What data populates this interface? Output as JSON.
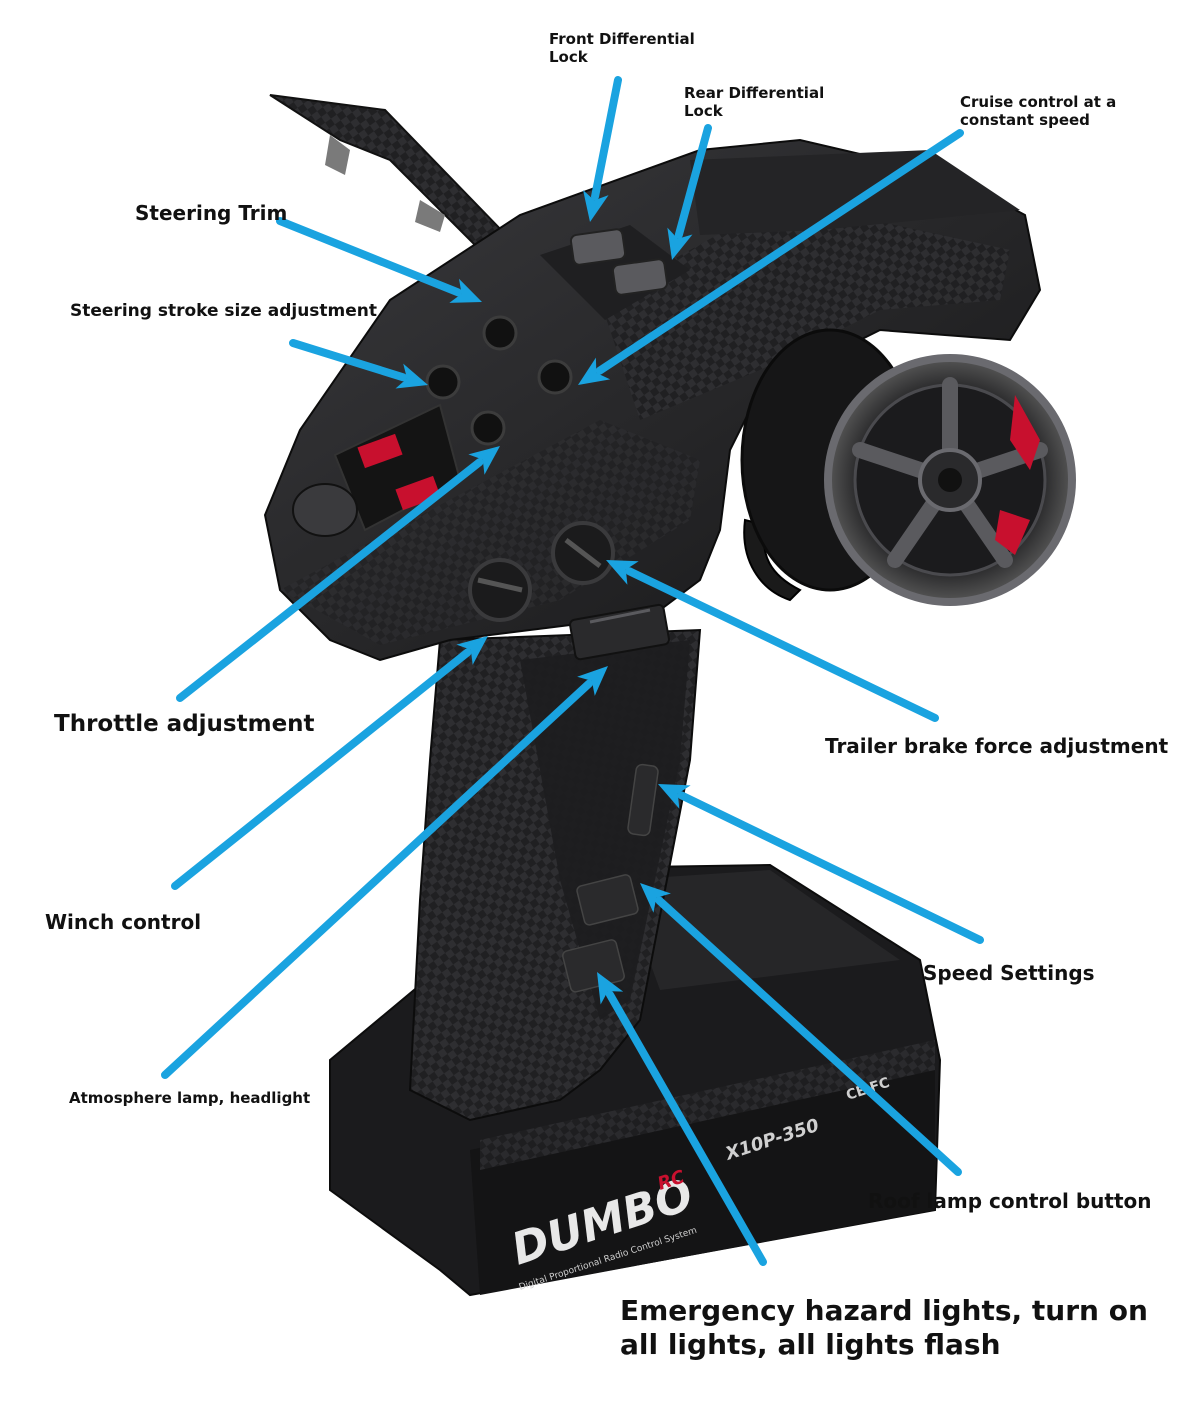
{
  "labels": {
    "front_diff": "Front Differential\nLock",
    "rear_diff": "Rear Differential\nLock",
    "cruise": "Cruise control at a\nconstant speed",
    "steering_trim": "Steering Trim",
    "steering_stroke": "Steering stroke size adjustment",
    "throttle": "Throttle adjustment",
    "trailer_brake": "Trailer brake force adjustment",
    "winch": "Winch control",
    "speed_settings": "Speed Settings",
    "atmosphere": "Atmosphere lamp, headlight",
    "roof_lamp": "Roof lamp control button",
    "emergency": "Emergency hazard lights, turn on\nall lights, all lights flash"
  },
  "device": {
    "brand": "DUMBO",
    "brand_suffix": "RC",
    "model": "X10P-350",
    "subtitle": "Digital Proportional Radio Control System",
    "certs": "CE FC"
  },
  "colors": {
    "arrow": "#1aa3e0",
    "body_dark": "#1c1c1e",
    "body_mid": "#2c2c2f",
    "accent_red": "#c8102e",
    "text": "#111111"
  }
}
